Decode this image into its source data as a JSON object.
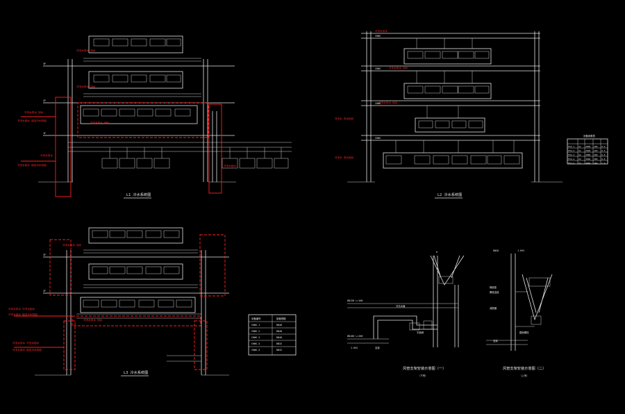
{
  "colors": {
    "background": "#000000",
    "line": "#e6e6e6",
    "highlight": "#ff2020"
  },
  "drawings": {
    "l1_title": "L1 冷水系统图",
    "l2_title": "L2 冷水系统图",
    "l3_title": "L3 冷水系统图",
    "detail1_title": "风管支架安装示意图（一）",
    "detail1_sub": "（下吊）",
    "detail2_title": "风管支架安装示意图（二）",
    "detail2_sub": "（上吊）"
  },
  "table_left": {
    "headers": [
      "设备编号",
      "接管规格"
    ],
    "rows": [
      [
        "CHWS-1",
        "DN40"
      ],
      [
        "CHWS-2",
        "DN40"
      ],
      [
        "CHWS-3",
        "DN40"
      ],
      [
        "CHWS-4",
        "DN32"
      ],
      [
        "CHWS-5",
        "DN32"
      ]
    ]
  },
  "table_right": {
    "title": "设备参数表",
    "rows": [
      [
        "FCU-1",
        "S1",
        "2000",
        "180",
        "0.6"
      ],
      [
        "FCU-2",
        "S1",
        "2500",
        "220",
        "0.6"
      ],
      [
        "FCU-3",
        "S2",
        "3000",
        "260",
        "0.8"
      ],
      [
        "FCU-4",
        "S2",
        "3500",
        "300",
        "0.8"
      ],
      [
        "FCU-5",
        "S3",
        "4000",
        "340",
        "1.0"
      ]
    ]
  }
}
